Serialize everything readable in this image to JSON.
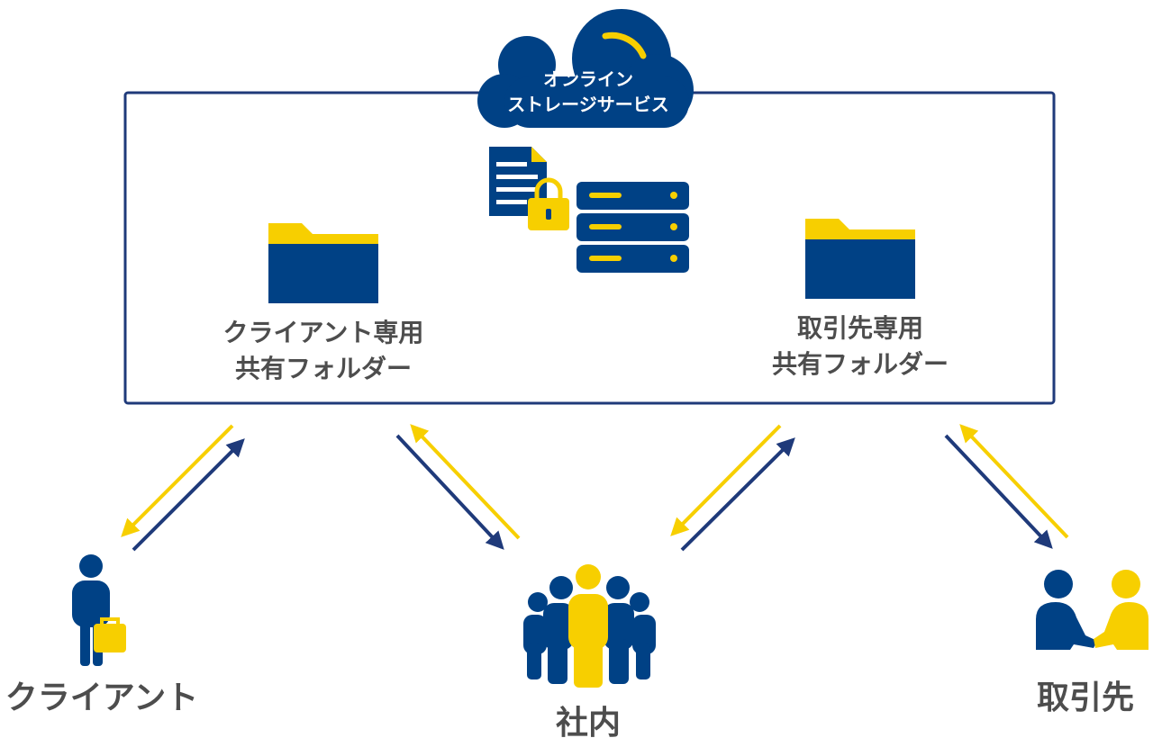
{
  "cloud": {
    "line1": "オンライン",
    "line2": "ストレージサービス"
  },
  "folders": {
    "client": {
      "line1": "クライアント専用",
      "line2": "共有フォルダー"
    },
    "partner": {
      "line1": "取引先専用",
      "line2": "共有フォルダー"
    }
  },
  "actors": {
    "client": "クライアント",
    "internal": "社内",
    "partner": "取引先"
  },
  "colors": {
    "navy": "#004185",
    "yellow": "#F7CF00",
    "text": "#4D4D4D",
    "frame": "#1F3A7A"
  }
}
